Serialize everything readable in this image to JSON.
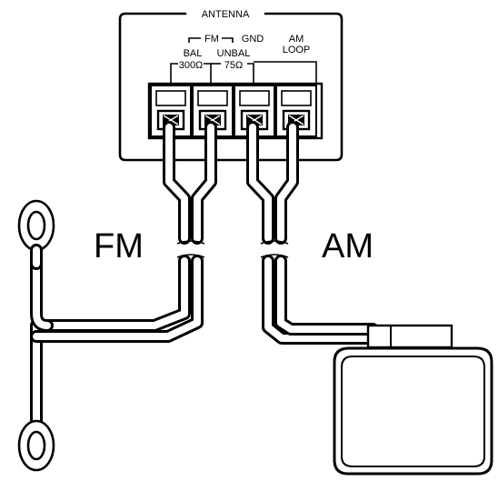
{
  "panel": {
    "title": "ANTENNA",
    "fm_label": "FM",
    "gnd_label": "GND",
    "bal_label": "BAL",
    "bal_value": "300Ω",
    "unbal_label": "UNBAL",
    "unbal_value": "75Ω",
    "am_label": "AM",
    "loop_label": "LOOP"
  },
  "callouts": {
    "fm": "FM",
    "am": "AM"
  },
  "icons": {
    "terminal": "screw-terminal-icon",
    "fm_ring": "ring-lug-icon",
    "am_loop": "loop-antenna-icon"
  }
}
